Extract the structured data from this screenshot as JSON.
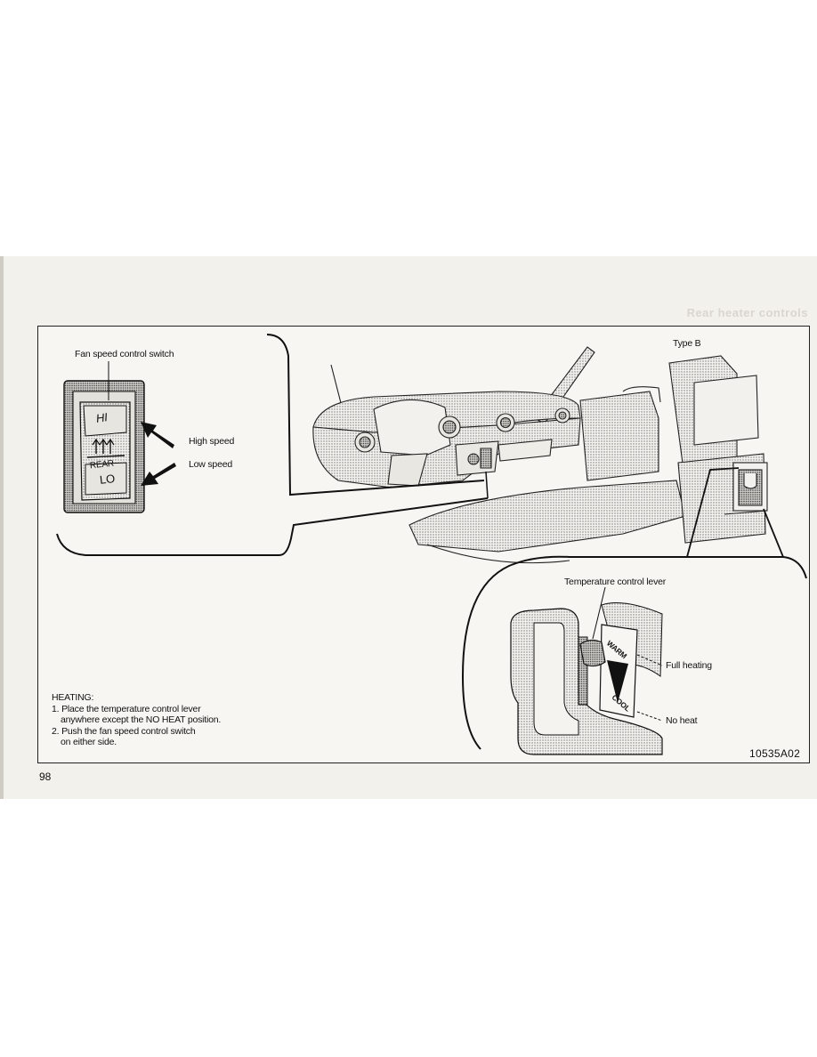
{
  "header": {
    "ghost_title": "Rear heater controls"
  },
  "figure": {
    "type_label": "Type B",
    "fan_switch_label": "Fan speed control switch",
    "switch_hi": "HI",
    "switch_rear": "REAR",
    "switch_lo": "LO",
    "high_speed_label": "High speed",
    "low_speed_label": "Low speed",
    "temperature_lever_label": "Temperature control lever",
    "warm_label": "WARM",
    "cool_label": "COOL",
    "full_heating_label": "Full heating",
    "no_heat_label": "No heat",
    "code": "10535A02"
  },
  "instructions": {
    "title": "HEATING:",
    "step1_line1": "1. Place the temperature control lever",
    "step1_line2": "anywhere except the NO HEAT position.",
    "step2_line1": "2. Push the fan speed control switch",
    "step2_line2": "on either side."
  },
  "footer": {
    "page_number": "98"
  }
}
